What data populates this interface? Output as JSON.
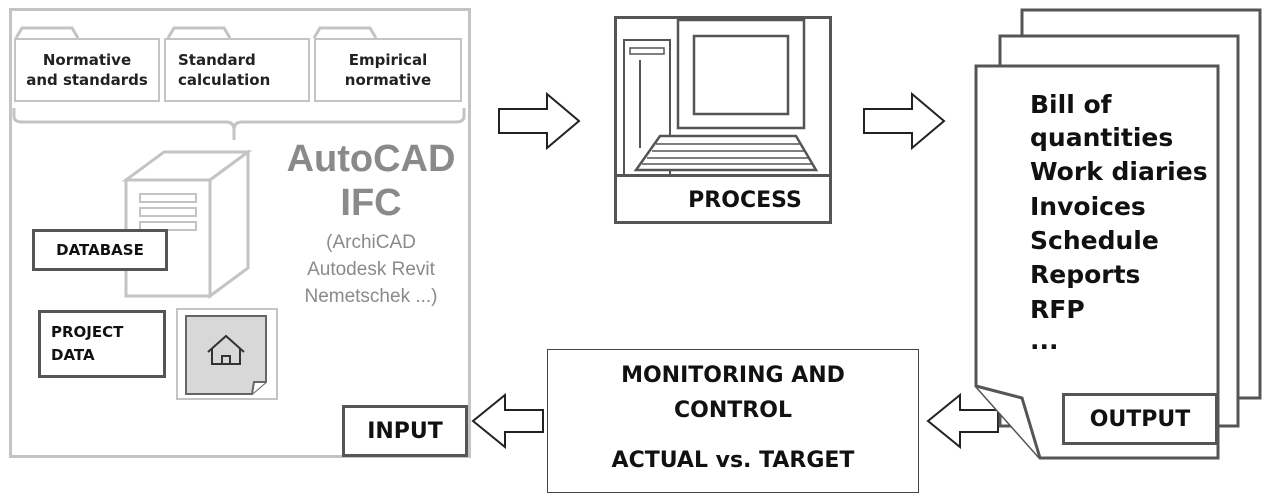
{
  "input": {
    "tabs": [
      "Normative\nand standards",
      "Standard\ncalculation",
      "Empirical\nnormative"
    ],
    "software_title_1": "AutoCAD",
    "software_title_2": "IFC",
    "software_list": "(ArchiCAD\nAutodesk Revit\nNemetschek ...)",
    "database_label": "DATABASE",
    "project_data_label": "PROJECT\nDATA",
    "section_label": "INPUT"
  },
  "process": {
    "section_label": "PROCESS"
  },
  "output": {
    "items": [
      "Bill of",
      "quantities",
      "Work diaries",
      "Invoices",
      "Schedule",
      "Reports",
      "RFP",
      "..."
    ],
    "section_label": "OUTPUT"
  },
  "monitoring": {
    "title": "MONITORING AND\nCONTROL",
    "subtitle": "ACTUAL vs. TARGET"
  },
  "colors": {
    "frame_gray": "#c4c4c4",
    "dark": "#555555",
    "icon_fill": "#d8d8d8"
  }
}
